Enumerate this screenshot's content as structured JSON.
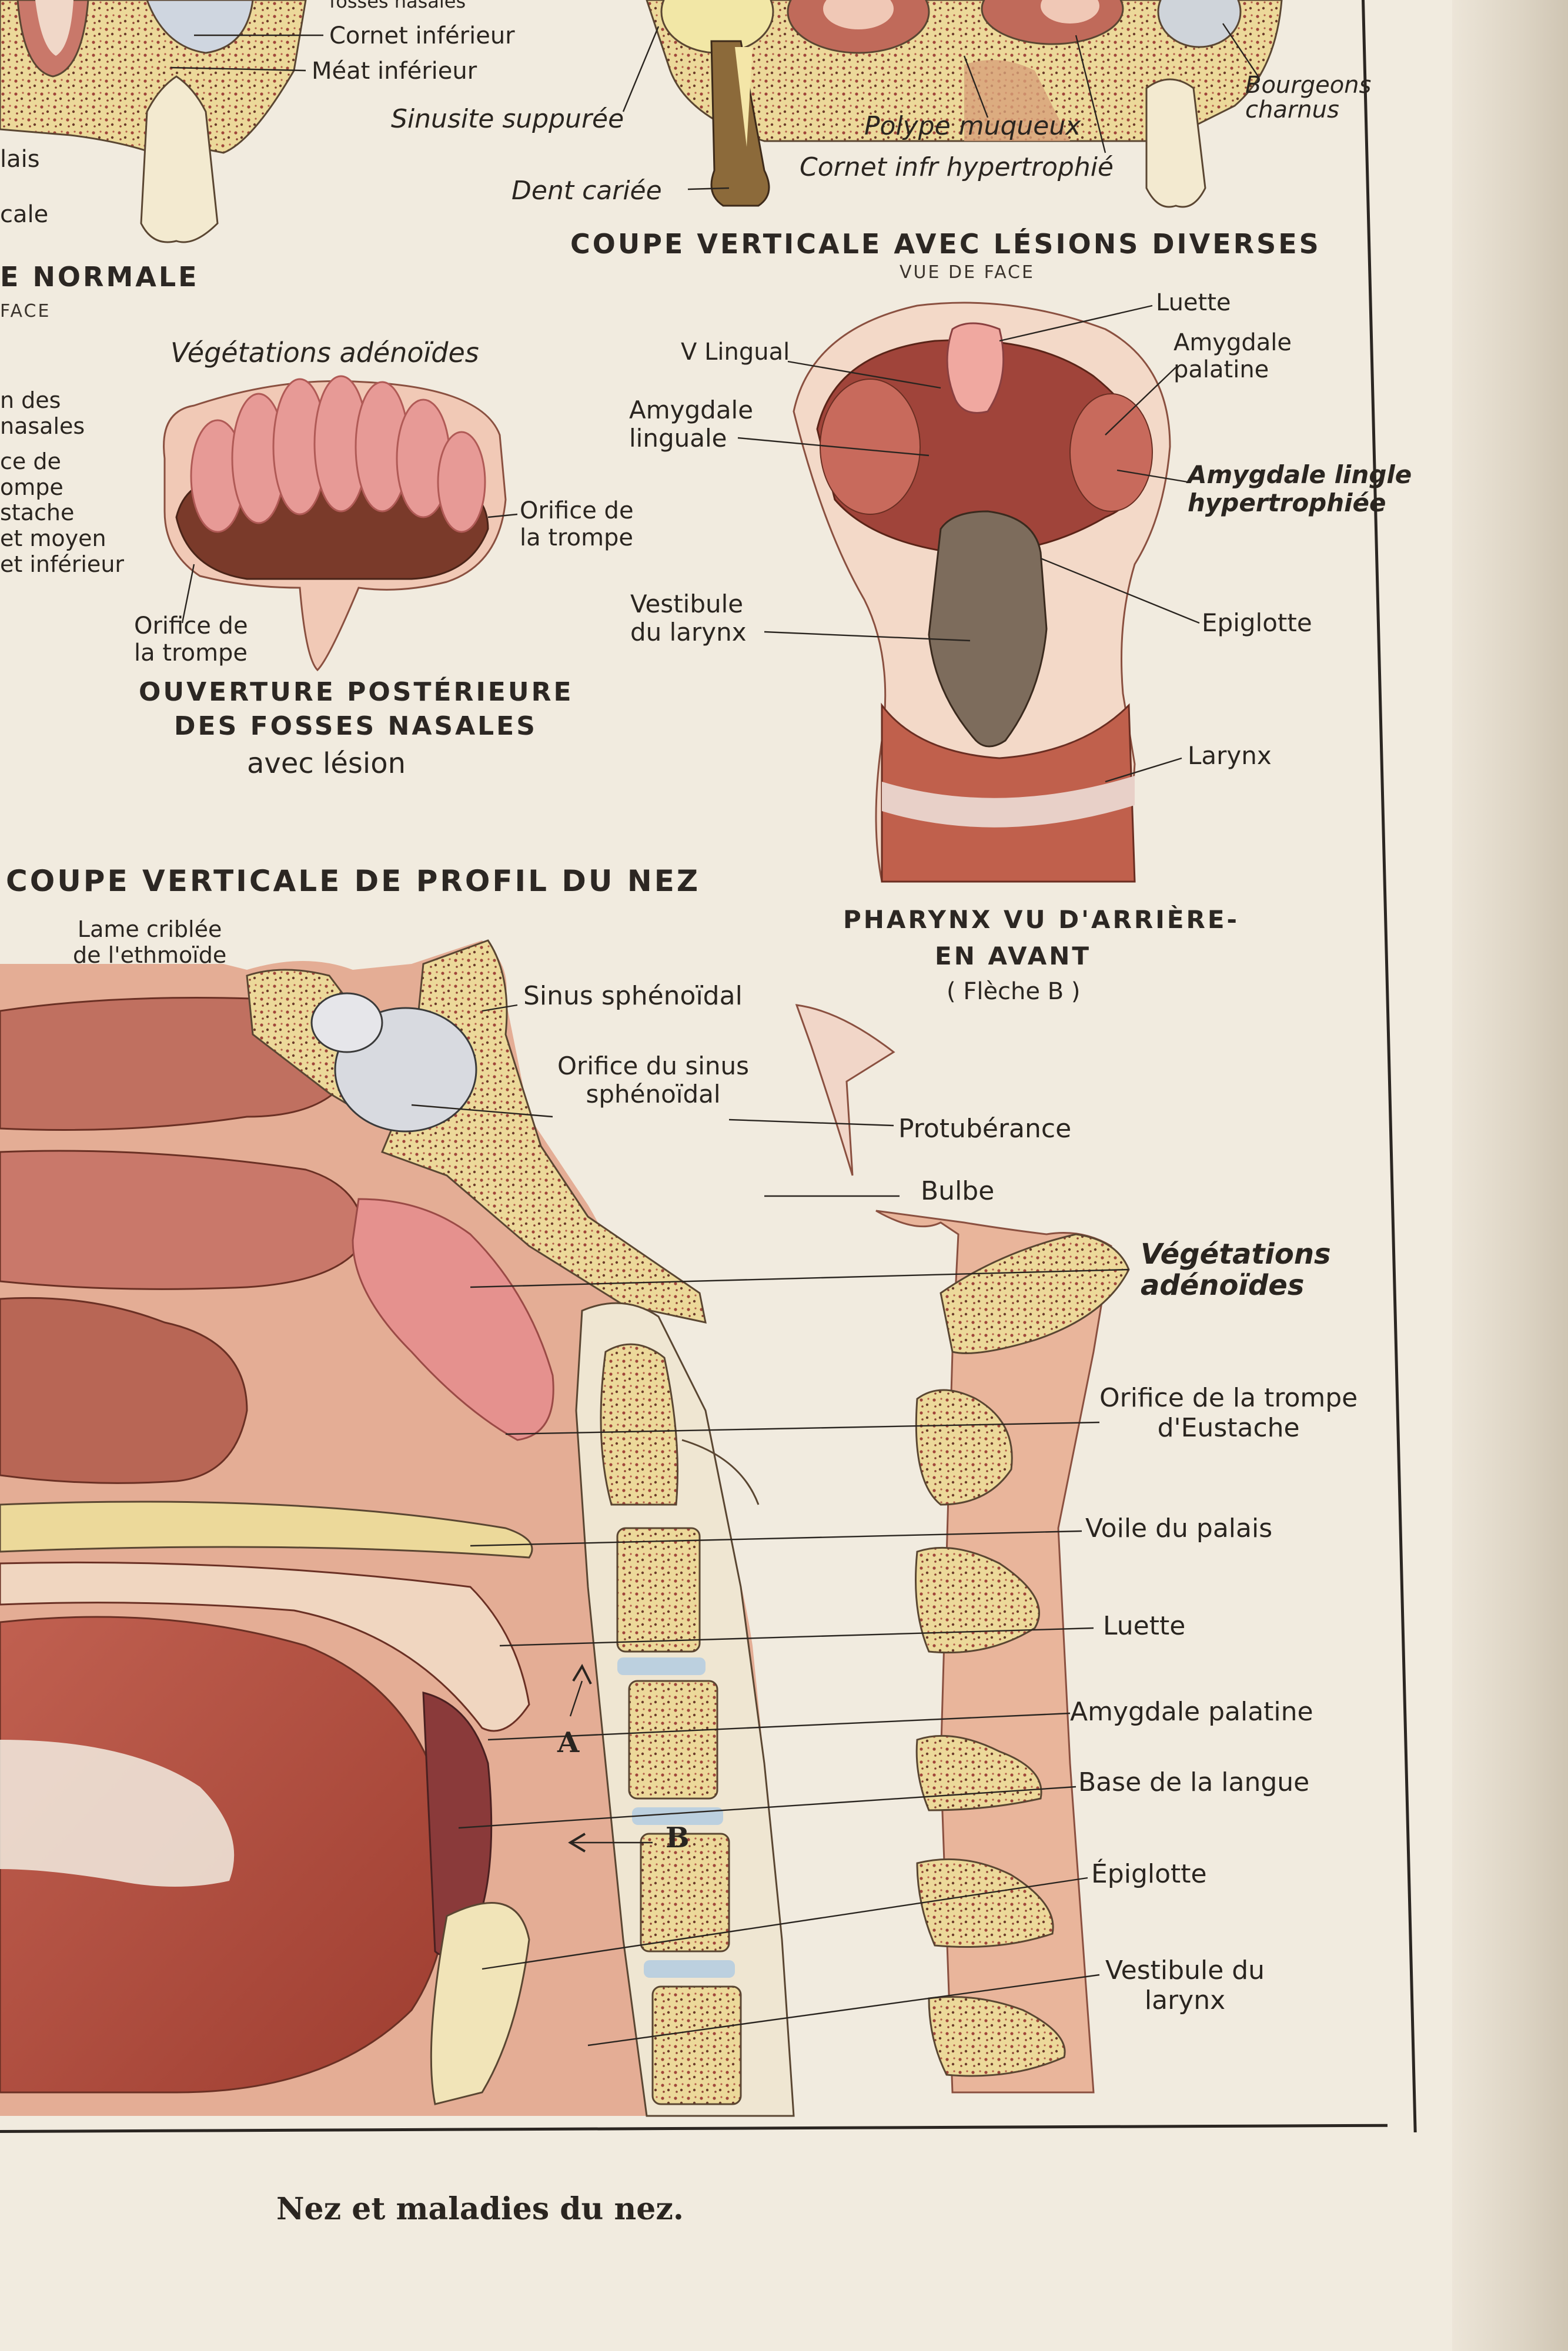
{
  "colors": {
    "paper": "#f1ebdf",
    "bone": "#ecd99a",
    "flesh": "#d99b7f",
    "mucosa": "#c9786a",
    "muscle": "#b65a4a",
    "ink": "#2a2520"
  },
  "top_left": {
    "labels": [
      "fosses nasales",
      "Cornet inférieur",
      "Méat inférieur",
      "lais",
      "cale"
    ],
    "section_title": "E NORMALE",
    "section_subtitle": "FACE"
  },
  "top_right": {
    "labels": [
      "Sinusite suppurée",
      "Polype muqueux",
      "Cornet infr hypertrophié",
      "Dent cariée",
      "Bourgeons\ncharnus"
    ],
    "section_title": "COUPE VERTICALE AVEC LÉSIONS DIVERSES",
    "section_subtitle": "VUE DE FACE"
  },
  "left_partial_labels": [
    "n des\nnasales",
    "ce de\nompe\nstache\net moyen\net inférieur"
  ],
  "adenoids": {
    "title_label": "Végétations adénoïdes",
    "labels": [
      "Orifice de\nla trompe",
      "Orifice de\nla trompe"
    ],
    "caption_line1": "OUVERTURE POSTÉRIEURE",
    "caption_line2": "DES FOSSES NASALES",
    "caption_line3": "avec lésion"
  },
  "pharynx": {
    "labels": [
      "V Lingual",
      "Luette",
      "Amygdale\npalatine",
      "Amygdale\nlinguale",
      "Amygdale lingle\nhypertrophiée",
      "Vestibule\ndu larynx",
      "Epiglotte",
      "Larynx"
    ],
    "caption_line1": "PHARYNX VU D'ARRIÈRE-",
    "caption_line2": "EN AVANT",
    "caption_line3": "( Flèche  B )"
  },
  "profile": {
    "title": "COUPE VERTICALE DE PROFIL DU NEZ",
    "labels_left": [
      "Lame criblée\nde l'ethmoïde",
      "Sinus  sphénoïdal",
      "Orifice  du sinus\nsphénoïdal",
      "Protubérance",
      "Bulbe"
    ],
    "labels_right": [
      "Végétations\nadénoïdes",
      "Orifice de la trompe\nd'Eustache",
      "Voile du palais",
      "Luette",
      "Amygdale  palatine",
      "Base de la langue",
      "Épiglotte",
      "Vestibule   du\nlarynx"
    ],
    "arrows": [
      "A",
      "B"
    ]
  },
  "footer": {
    "caption": "Nez et maladies du nez."
  }
}
